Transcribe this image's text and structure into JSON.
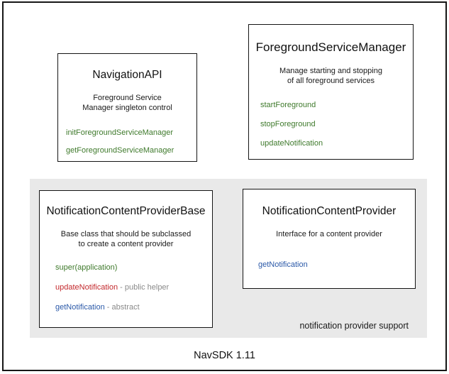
{
  "diagram": {
    "footer_label": "NavSDK 1.11",
    "group_panel": {
      "caption": "notification provider support"
    },
    "colors": {
      "green": "#3f7a2c",
      "red": "#c3282c",
      "blue": "#2b59a8",
      "note_gray": "#8a8a8a",
      "panel_gray": "#e9e9e9",
      "border": "#141414"
    },
    "boxes": [
      {
        "id": "navigation-api",
        "title": "NavigationAPI",
        "description": "Foreground Service\nManager singleton control",
        "members": [
          {
            "name": "initForegroundServiceManager",
            "color": "green",
            "note": ""
          },
          {
            "name": "getForegroundServiceManager",
            "color": "green",
            "note": ""
          }
        ]
      },
      {
        "id": "foreground-service-manager",
        "title": "ForegroundServiceManager",
        "description": "Manage starting and stopping\nof all foreground services",
        "members": [
          {
            "name": "startForeground",
            "color": "green",
            "note": ""
          },
          {
            "name": "stopForeground",
            "color": "green",
            "note": ""
          },
          {
            "name": "updateNotification",
            "color": "green",
            "note": ""
          }
        ]
      },
      {
        "id": "notification-content-provider-base",
        "title": "NotificationContentProviderBase",
        "description": "Base class that should be subclassed\nto create a content provider",
        "members": [
          {
            "name": "super(application)",
            "color": "green",
            "note": ""
          },
          {
            "name": "updateNotification",
            "color": "red",
            "note": " - public helper"
          },
          {
            "name": "getNotification",
            "color": "blue",
            "note": " - abstract"
          }
        ]
      },
      {
        "id": "notification-content-provider",
        "title": "NotificationContentProvider",
        "description": "Interface for a content provider",
        "members": [
          {
            "name": "getNotification",
            "color": "blue",
            "note": ""
          }
        ]
      }
    ]
  }
}
